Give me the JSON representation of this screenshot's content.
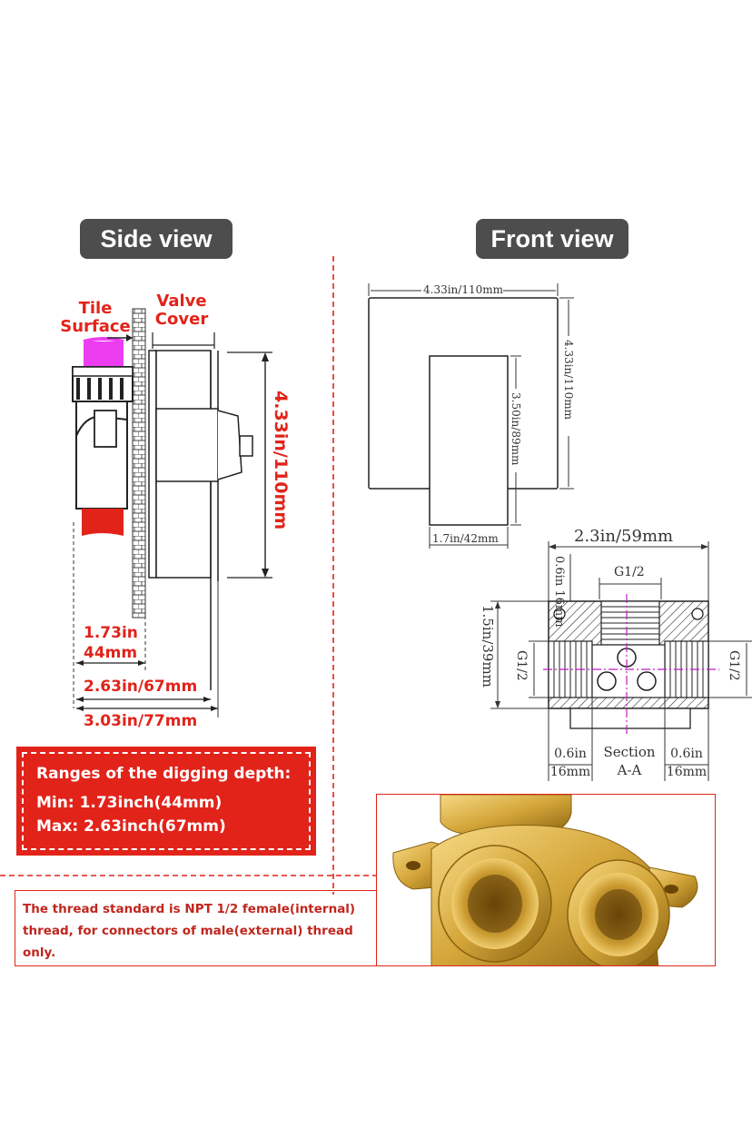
{
  "headings": {
    "side": "Side view",
    "front": "Front view"
  },
  "side": {
    "tile_label": [
      "Tile",
      "Surface"
    ],
    "cover_label": [
      "Valve",
      "Cover"
    ],
    "height_dim": "4.33in/110mm",
    "depth_min": [
      "1.73in",
      "44mm"
    ],
    "depth_mid": "2.63in/67mm",
    "depth_max": "3.03in/77mm"
  },
  "front": {
    "width_dim": "4.33in/110mm",
    "height_dim": "4.33in/110mm",
    "handle_height": "3.50in/89mm",
    "handle_width": "1.7in/42mm"
  },
  "section": {
    "width": "2.3in/59mm",
    "top_offset": [
      "0.6in",
      "16mm"
    ],
    "top_thread": "G1/2",
    "left_thread": "G1/2",
    "right_thread": "G1/2",
    "height": "1.5in/39mm",
    "left_offset": [
      "0.6in",
      "16mm"
    ],
    "right_offset": [
      "0.6in",
      "16mm"
    ],
    "title": [
      "Section",
      "A-A"
    ]
  },
  "digging": {
    "title": "Ranges of the digging depth:",
    "min": "Min:  1.73inch(44mm)",
    "max": "Max:  2.63inch(67mm)"
  },
  "thread_note": [
    "The thread standard is NPT 1/2 female(internal)",
    "thread, for connectors of male(external) thread",
    "only."
  ],
  "colors": {
    "accent_red": "#e2231a",
    "heading_bg": "#4d4d4d",
    "brass": "#d4a63a"
  }
}
